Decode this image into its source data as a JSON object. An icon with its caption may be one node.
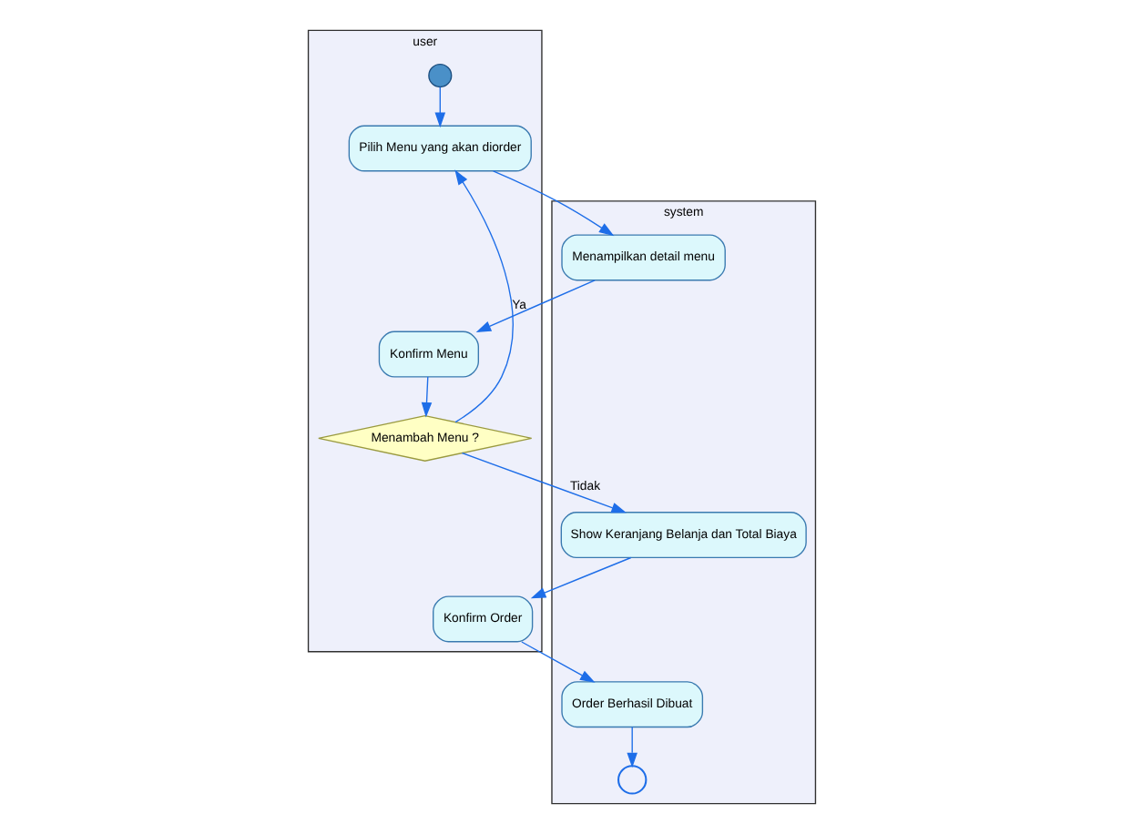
{
  "diagram": {
    "nodes": [
      {
        "text": [
          "user"
        ]
      },
      {
        "text": [
          "system"
        ]
      },
      {
        "text": [],
        "shape": "circle",
        "in": 0
      },
      {
        "text": [
          "Pilih Menu yang akan diorder"
        ],
        "in": 0
      },
      {
        "text": [
          "Menampilkan detail menu"
        ],
        "in": 1
      },
      {
        "text": [
          "Konfirm Menu"
        ],
        "in": 0
      },
      {
        "text": [
          "Menambah Menu ?"
        ],
        "in": 0
      },
      {
        "text": [
          "Show Keranjang Belanja dan Total Biaya"
        ],
        "in": 1
      },
      {
        "text": [
          "Konfirm Order"
        ],
        "in": 0
      },
      {
        "text": [
          "Order Berhasil Dibuat"
        ],
        "in": 1
      },
      {
        "text": [],
        "shape": "circle",
        "in": 1
      }
    ],
    "edges": [
      {
        "from": 2,
        "to": 3,
        "arrow": "to"
      },
      {
        "from": 3,
        "to": 4,
        "arrow": "to"
      },
      {
        "from": 4,
        "to": 5,
        "arrow": "to"
      },
      {
        "from": 5,
        "to": 6,
        "arrow": "to"
      },
      {
        "from": 6,
        "to": 3,
        "arrow": "to",
        "label": "Ya"
      },
      {
        "from": 6,
        "to": 7,
        "arrow": "to",
        "label": "Tidak"
      },
      {
        "from": 7,
        "to": 8,
        "arrow": "to"
      },
      {
        "from": 8,
        "to": 9,
        "arrow": "to"
      },
      {
        "from": 9,
        "to": 10,
        "arrow": "to"
      }
    ]
  }
}
